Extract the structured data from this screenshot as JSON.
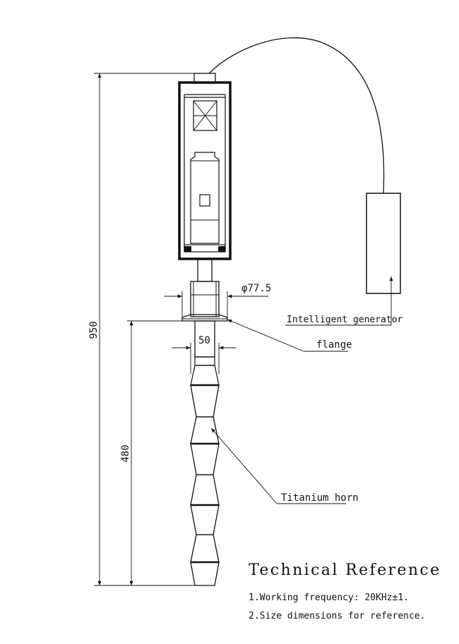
{
  "labels": {
    "dim_total_height": "950",
    "dim_horn_height": "480",
    "dim_flange_diameter": "φ77.5",
    "dim_horn_width": "50",
    "generator": "Intelligent generator",
    "flange": "flange",
    "horn": "Titanium horn"
  },
  "technical_reference": {
    "title": "Technical Reference",
    "note_1": "1.Working frequency: 20KHz±1.",
    "note_2": "2.Size dimensions for reference."
  }
}
